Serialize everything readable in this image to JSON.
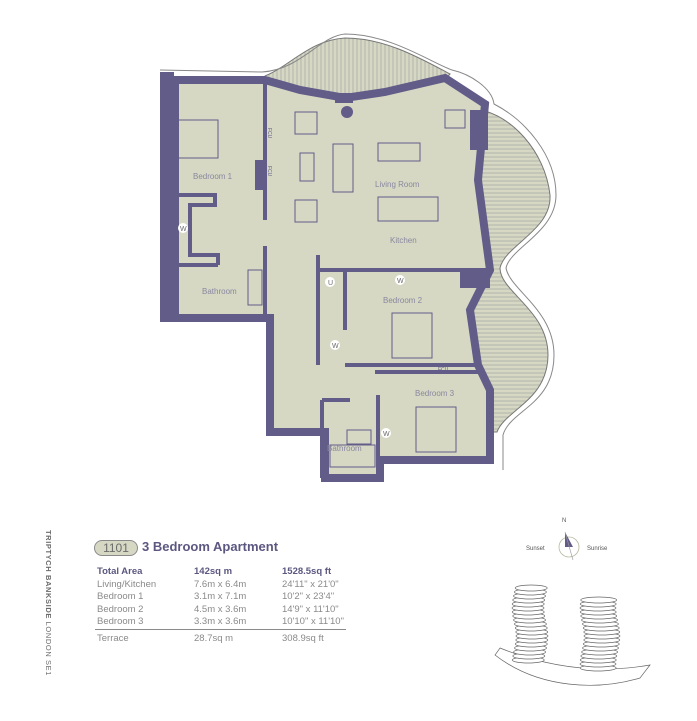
{
  "brand": {
    "name": "TRIPTYCH BANKSIDE",
    "location": "LONDON SE1"
  },
  "unit": {
    "number": "1101",
    "type": "3 Bedroom Apartment"
  },
  "areas": {
    "total": {
      "label": "Total Area",
      "metric": "142sq m",
      "imperial": "1528.5sq ft"
    },
    "rooms": [
      {
        "label": "Living/Kitchen",
        "metric": "7.6m x 6.4m",
        "imperial": "24'11\" x 21'0\""
      },
      {
        "label": "Bedroom 1",
        "metric": "3.1m x 7.1m",
        "imperial": "10'2\" x 23'4\""
      },
      {
        "label": "Bedroom 2",
        "metric": "4.5m x 3.6m",
        "imperial": "14'9\" x 11'10\""
      },
      {
        "label": "Bedroom 3",
        "metric": "3.3m x 3.6m",
        "imperial": "10'10\" x 11'10\""
      }
    ],
    "terrace": {
      "label": "Terrace",
      "metric": "28.7sq m",
      "imperial": "308.9sq ft"
    }
  },
  "plan": {
    "rooms": {
      "bedroom1": "Bedroom 1",
      "living": "Living Room",
      "kitchen": "Kitchen",
      "bathroom1": "Bathroom",
      "bedroom2": "Bedroom 2",
      "bedroom3": "Bedroom 3",
      "bathroom2": "Bathroom"
    },
    "markers": {
      "wardrobe": "W",
      "utility": "U",
      "fcu": "FCU"
    }
  },
  "compass": {
    "north": "N",
    "west": "Sunset",
    "east": "Sunrise"
  },
  "colors": {
    "wall": "#625c88",
    "floor": "#d6d8c4",
    "text_accent": "#5b5780"
  }
}
